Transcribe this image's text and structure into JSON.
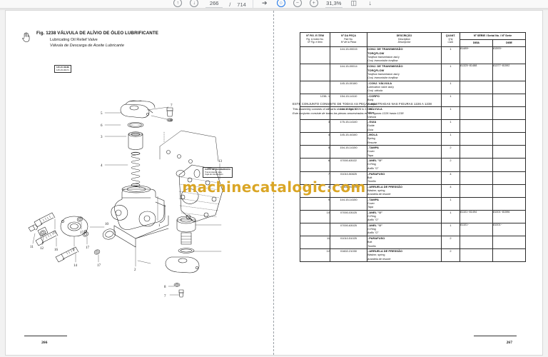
{
  "toolbar": {
    "prev_page_icon": "arrow-up-circle-icon",
    "next_page_icon": "arrow-down-circle-icon",
    "page_number": "266",
    "page_separator": "/",
    "page_total": "714",
    "select_tool_icon": "cursor-arrow-icon",
    "hand_tool_icon": "hand-icon",
    "zoom_out_icon": "zoom-out-icon",
    "zoom_in_icon": "zoom-in-icon",
    "zoom_level": "31,3%",
    "fit_page_icon": "fit-page-icon",
    "download_icon": "download-icon"
  },
  "left_page": {
    "hand_cursor_icon": "hand-cursor-icon",
    "figure": {
      "number": "Fig. 1238",
      "title_pt": "VÁLVULA DE ALÍVIO DE ÓLEO LUBRIFICANTE",
      "title_en": "Lubricating Oil Relief Valve",
      "title_es": "Válvula de Descarga de Aceite Lubricante"
    },
    "notes": [
      {
        "id": "note-ref",
        "line1": "145-15-00180",
        "line2": "145-15-00171",
        "line3": ""
      },
      {
        "id": "note-transmission-case",
        "line1": "CAIXA DE TRANSMISSÃO",
        "line2": "Transmission case",
        "line3": "Caja de transmisión"
      }
    ],
    "callouts": [
      "1",
      "2",
      "3",
      "4",
      "5",
      "6",
      "7",
      "8",
      "9",
      "10",
      "11",
      "12",
      "13",
      "14",
      "15",
      "16",
      "17"
    ],
    "page_number": "266"
  },
  "watermark": "machinecatalogic.com",
  "right_page": {
    "page_number": "267",
    "table": {
      "headers": {
        "item": {
          "pt": "Nº FIG. E ITEM",
          "en": "Fig. & Index No.",
          "es": "Nº Fig. e Item"
        },
        "part": {
          "pt": "Nº DA PEÇA",
          "en": "Part No.",
          "es": "Nº de la Pieza"
        },
        "description": {
          "pt": "DESCRIÇÃO",
          "en": "Description",
          "es": "Descripción"
        },
        "qty": {
          "pt": "QUANT.",
          "en": "Q'ty",
          "es": "Cant."
        },
        "serial": {
          "title": "Nº SÉRIE / Serial No. / Nº Serie",
          "sub1": "D65A",
          "sub2": "D65E"
        }
      },
      "rows": [
        {
          "item": "",
          "part": "144-15-00015",
          "d1": "CONJ. DE TRANSMISSÃO",
          "d1b": "TORQFLOW",
          "d2": "Torqflow transmission ass'y",
          "d3": "Conj. transmisión torqflow",
          "qty": "1",
          "s1": "81489~",
          "s2": "81593~"
        },
        {
          "item": "",
          "part": "144-15-00014",
          "d1": "CONJ. DE TRANSMISSÃO",
          "d1b": "TORQFLOW",
          "d2": "Torqflow transmission ass'y",
          "d3": "Conj. transmisión torqflow",
          "qty": "1",
          "s1": "81325~81488",
          "s2": "81377~81592"
        },
        {
          "item": "",
          "part": "145-15-00180",
          "d1": "..CONJ. VÁLVULA",
          "d1b": "",
          "d2": "Lubrication valve ass'y",
          "d3": "Conj. válvula",
          "qty": "1",
          "s1": "",
          "s2": ""
        },
        {
          "item": "1238- 1",
          "part": "154-15-14110",
          "d1": "..CORPO",
          "d1b": "",
          "d2": "Body",
          "d3": "Cuerpo",
          "qty": "1",
          "s1": "",
          "s2": ""
        },
        {
          "item": "2",
          "part": "144-15-14130",
          "d1": "..VÁLVULA",
          "d1b": "",
          "d2": "Valve",
          "d3": "Válvula",
          "qty": "1",
          "s1": "",
          "s2": ""
        },
        {
          "item": "3",
          "part": "175-15-14140",
          "d1": "..GUIA",
          "d1b": "",
          "d2": "Guide",
          "d3": "Guía",
          "qty": "1",
          "s1": "",
          "s2": ""
        },
        {
          "item": "4",
          "part": "145-15-44160",
          "d1": "..MOLA",
          "d1b": "",
          "d2": "Spring",
          "d3": "Resorte",
          "qty": "1",
          "s1": "",
          "s2": ""
        },
        {
          "item": "5",
          "part": "154-15-14150",
          "d1": "..TAMPA",
          "d1b": "",
          "d2": "Cover",
          "d3": "Tapa",
          "qty": "2",
          "s1": "",
          "s2": ""
        },
        {
          "item": "6",
          "part": "07000-63022",
          "d1": "..ANEL \"O\"",
          "d1b": "",
          "d2": "O-Ring",
          "d3": "Anillo \"O\"",
          "qty": "2",
          "s1": "",
          "s2": ""
        },
        {
          "item": "7",
          "part": "01010-50825",
          "d1": "..PARAFUSO",
          "d1b": "",
          "d2": "Bolt",
          "d3": "Tornillo",
          "qty": "4",
          "s1": "",
          "s2": ""
        },
        {
          "item": "8",
          "part": "01602-20825",
          "d1": "..ARRUELA DE PRESSÃO",
          "d1b": "",
          "d2": "Washer, spring",
          "d3": "Arandela de resorte",
          "qty": "4",
          "s1": "",
          "s2": ""
        },
        {
          "item": "9",
          "part": "144-15-14150",
          "d1": "..TAMPA",
          "d1b": "",
          "d2": "Cover",
          "d3": "Tapa",
          "qty": "1",
          "s1": "",
          "s2": ""
        },
        {
          "item": "10",
          "part": "07000-03025",
          "d1": "..ANEL \"O\"",
          "d1b": "",
          "d2": "O-Ring",
          "d3": "Anillo \"O\"",
          "qty": "1",
          "s1": "81101~81494",
          "s2": "81001~81596"
        },
        {
          "item": "",
          "part": "07000-63025",
          "d1": "..ANEL \"O\"",
          "d1b": "",
          "d2": "O-Ring",
          "d3": "Anillo \"O\"",
          "qty": "1",
          "s1": "81101~",
          "s2": "81001~"
        },
        {
          "item": "11",
          "part": "01010-51025",
          "d1": "..PARAFUSO",
          "d1b": "",
          "d2": "Bolt",
          "d3": "Tornillo",
          "qty": "2",
          "s1": "",
          "s2": ""
        },
        {
          "item": "12",
          "part": "01602-21030",
          "d1": "..ARRUELA DE PRESSÃO",
          "d1b": "",
          "d2": "Washer, spring",
          "d3": "Arandela de resorte",
          "qty": "2",
          "s1": "",
          "s2": ""
        }
      ],
      "assembly_note": {
        "pt": "ESTE CONJUNTO CONSISTE DE TODAS AS PEÇAS MOSTRADAS NAS FIGURAS 1226 A 1238",
        "en": "This assembly consists of all parts shown in figs. 1226 to 1238",
        "es": "Este conjunto consiste de todas las piezas amuestradas en las figuras 1226 hasta 1238"
      }
    }
  }
}
